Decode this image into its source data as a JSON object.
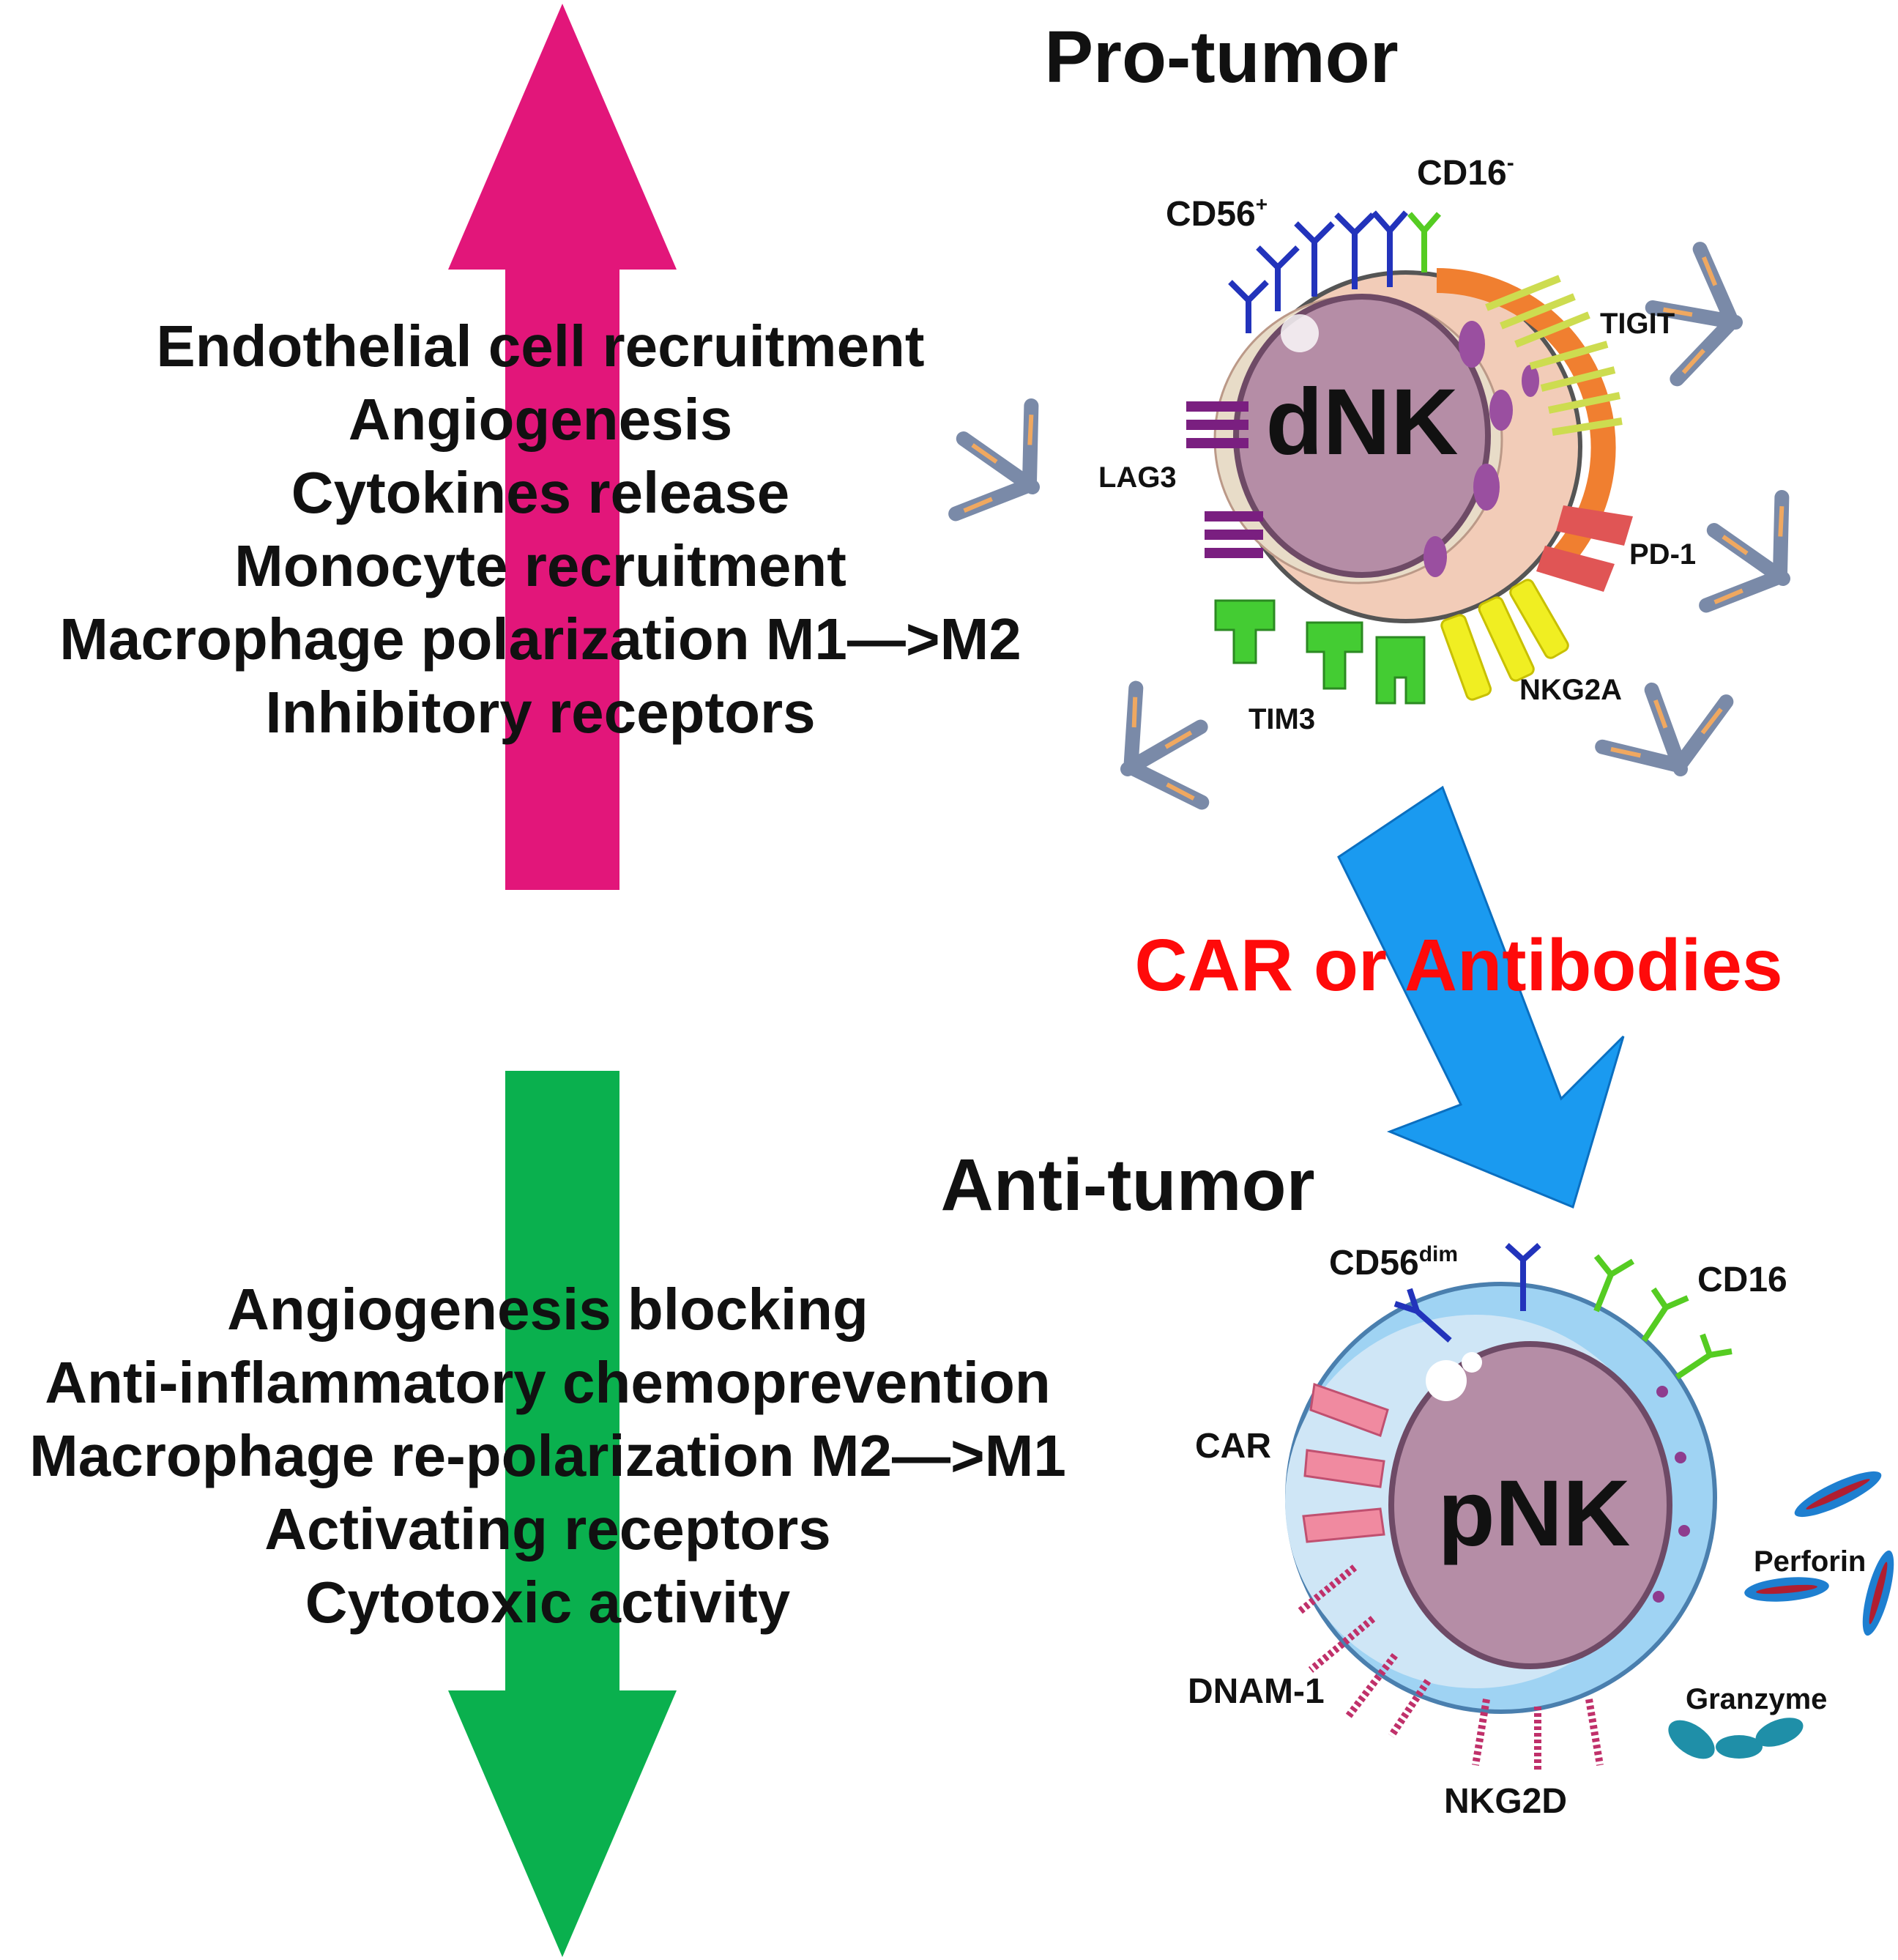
{
  "headings": {
    "pro_tumor": "Pro-tumor",
    "anti_tumor": "Anti-tumor",
    "transition": "CAR or Antibodies"
  },
  "pro_tumor_effects": [
    "Endothelial cell recruitment",
    "Angiogenesis",
    "Cytokines release",
    "Monocyte recruitment",
    "Macrophage polarization M1—>M2",
    "Inhibitory receptors"
  ],
  "anti_tumor_effects": [
    "Angiogenesis blocking",
    "Anti-inflammatory chemoprevention",
    "Macrophage re-polarization M2—>M1",
    "Activating receptors",
    "Cytotoxic activity"
  ],
  "dnk_cell": {
    "name": "dNK",
    "cd56": "CD56",
    "cd56_sup": "+",
    "cd16": "CD16",
    "cd16_sup": "-",
    "tigit": "TIGIT",
    "lag3": "LAG3",
    "pd1": "PD-1",
    "tim3": "TIM3",
    "nkg2a": "NKG2A"
  },
  "pnk_cell": {
    "name": "pNK",
    "cd56": "CD56",
    "cd56_sup": "dim",
    "cd16": "CD16",
    "car": "CAR",
    "perforin": "Perforin",
    "granzyme": "Granzyme",
    "dnam1": "DNAM-1",
    "nkg2d": "NKG2D"
  },
  "colors": {
    "up_arrow": "#e2167a",
    "down_arrow": "#0ab04e",
    "transition_arrow": "#1a9af0",
    "transition_text": "#ff0a0a"
  }
}
